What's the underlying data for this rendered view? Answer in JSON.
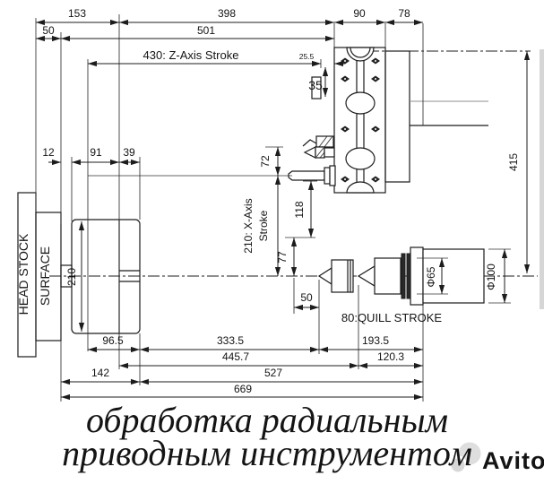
{
  "labels": {
    "top_153": "153",
    "top_398": "398",
    "top_90": "90",
    "top_78": "78",
    "top_50": "50",
    "top_501": "501",
    "z_stroke": "430: Z-Axis Stroke",
    "dim_25_5": "25.5",
    "dim_35": "35",
    "left_12": "12",
    "left_91": "91",
    "left_39": "39",
    "dim_72": "72",
    "dim_118": "118",
    "dim_77": "77",
    "dim_50": "50",
    "x_stroke_line1": "210: X-Axis",
    "x_stroke_line2": "Stroke",
    "chuck_210": "210",
    "dim_415": "415",
    "phi_65": "Φ65",
    "phi_100": "Φ100",
    "quill_stroke": "80:QUILL STROKE",
    "bot_96_5": "96.5",
    "bot_333_5": "333.5",
    "bot_193_5": "193.5",
    "bot_445_7": "445.7",
    "bot_120_3": "120.3",
    "bot_142": "142",
    "bot_527": "527",
    "bot_669": "669",
    "head_stock": "HEAD STOCK",
    "surface": "SURFACE"
  },
  "caption": {
    "line1": "обработка радиальным",
    "line2": "приводным инструментом",
    "color": "#c2203a"
  },
  "watermark": {
    "text": "Avito",
    "color": "#d9d9d9"
  }
}
